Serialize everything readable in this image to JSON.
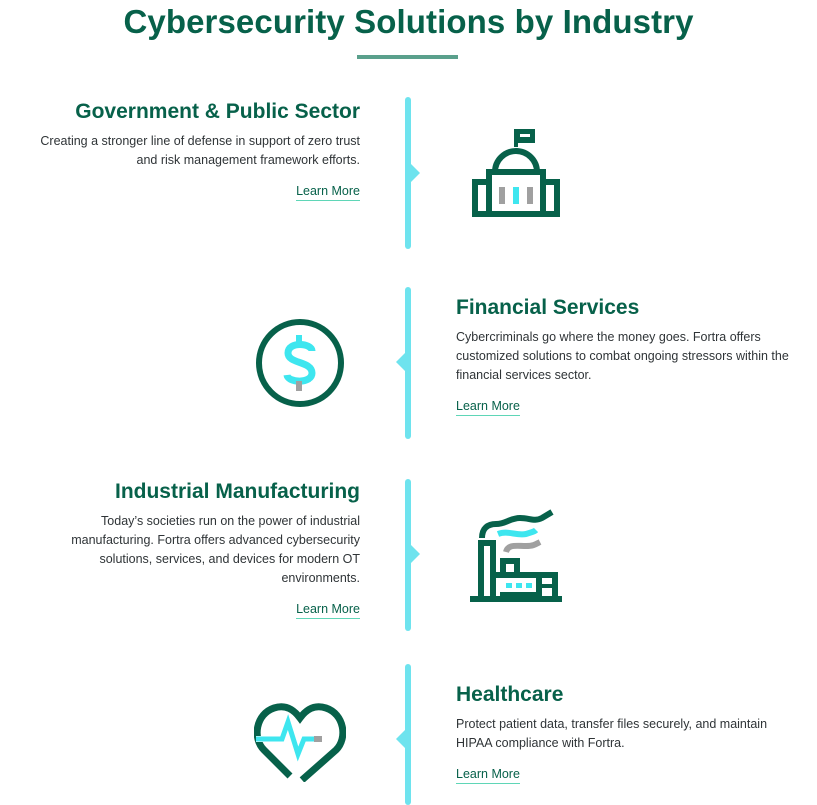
{
  "header": {
    "title": "Cybersecurity Solutions by Industry"
  },
  "colors": {
    "brand_green": "#07614a",
    "timeline_cyan": "#6ee3ee",
    "accent_cyan": "#3ee6ef",
    "accent_gray": "#a0a0a0",
    "link_underline": "#5fd6b7",
    "title_rule": "#5aa08c"
  },
  "industries": [
    {
      "title": "Government & Public Sector",
      "description": "Creating a stronger line of defense in support of zero trust and risk management framework efforts.",
      "link_label": "Learn More",
      "icon": "government-building-icon",
      "side": "left"
    },
    {
      "title": "Financial Services",
      "description": "Cybercriminals go where the money goes. Fortra offers customized solutions to combat ongoing stressors within the financial services sector.",
      "link_label": "Learn More",
      "icon": "dollar-coin-icon",
      "side": "right"
    },
    {
      "title": "Industrial Manufacturing",
      "description": "Today’s societies run on the power of industrial manufacturing. Fortra offers advanced cybersecurity solutions, services, and devices for modern OT environments.",
      "link_label": "Learn More",
      "icon": "factory-icon",
      "side": "left"
    },
    {
      "title": "Healthcare",
      "description": "Protect patient data, transfer files securely, and maintain HIPAA compliance with Fortra.",
      "link_label": "Learn More",
      "icon": "heartbeat-icon",
      "side": "right"
    }
  ]
}
